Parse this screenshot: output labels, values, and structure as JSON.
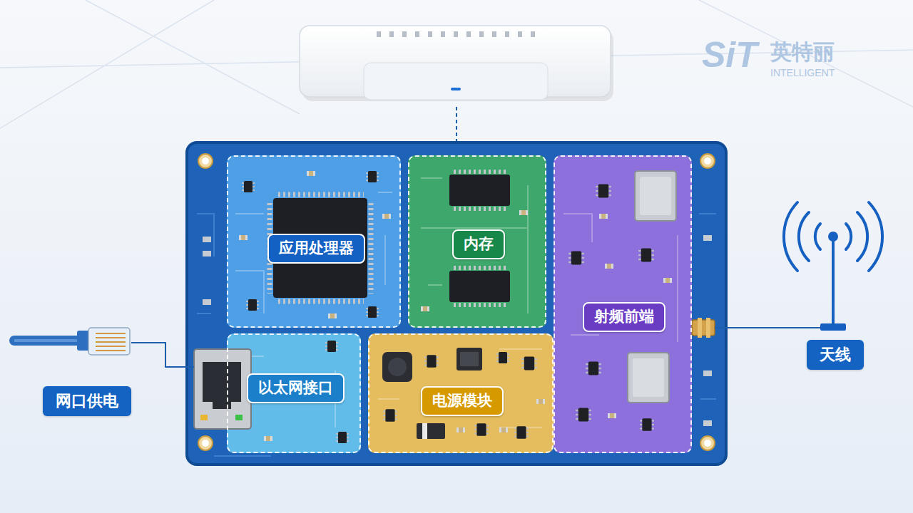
{
  "diagram": {
    "nodes": [
      {
        "text": [
          "应用处理器"
        ]
      },
      {
        "text": [
          "内存"
        ]
      },
      {
        "text": [
          "射频前端"
        ]
      },
      {
        "text": [
          "以太网接口"
        ]
      },
      {
        "text": [
          "电源模块"
        ]
      },
      {
        "text": [
          "网口供电"
        ]
      },
      {
        "text": [
          "天线"
        ]
      }
    ],
    "labels": [
      "SiT",
      "英特丽",
      "INTELLIGENT"
    ]
  }
}
